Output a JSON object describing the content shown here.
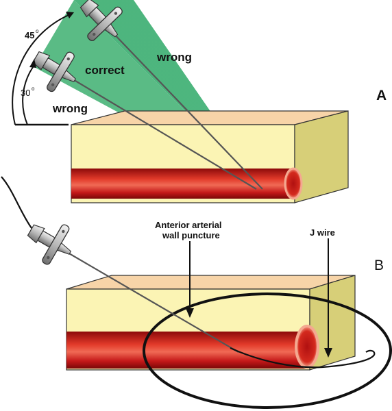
{
  "panel_a": {
    "letter": "A",
    "angle_45": "45",
    "angle_30": "30",
    "degree_mark": "o",
    "label_correct": "correct",
    "label_wrong_upper": "wrong",
    "label_wrong_lower": "wrong"
  },
  "panel_b": {
    "letter": "B",
    "label_puncture_line1": "Anterior arterial",
    "label_puncture_line2": "wall puncture",
    "label_jwire": "J wire"
  },
  "colors": {
    "tissue_top": "#f7d4a8",
    "tissue_front": "#fbf4b4",
    "tissue_side": "#d7cf78",
    "artery_red": "#d71f1f",
    "artery_dark": "#9a0e0e",
    "lumen_pink": "#f3a58c",
    "green_sector": "#3fae74",
    "outline": "#222222"
  }
}
